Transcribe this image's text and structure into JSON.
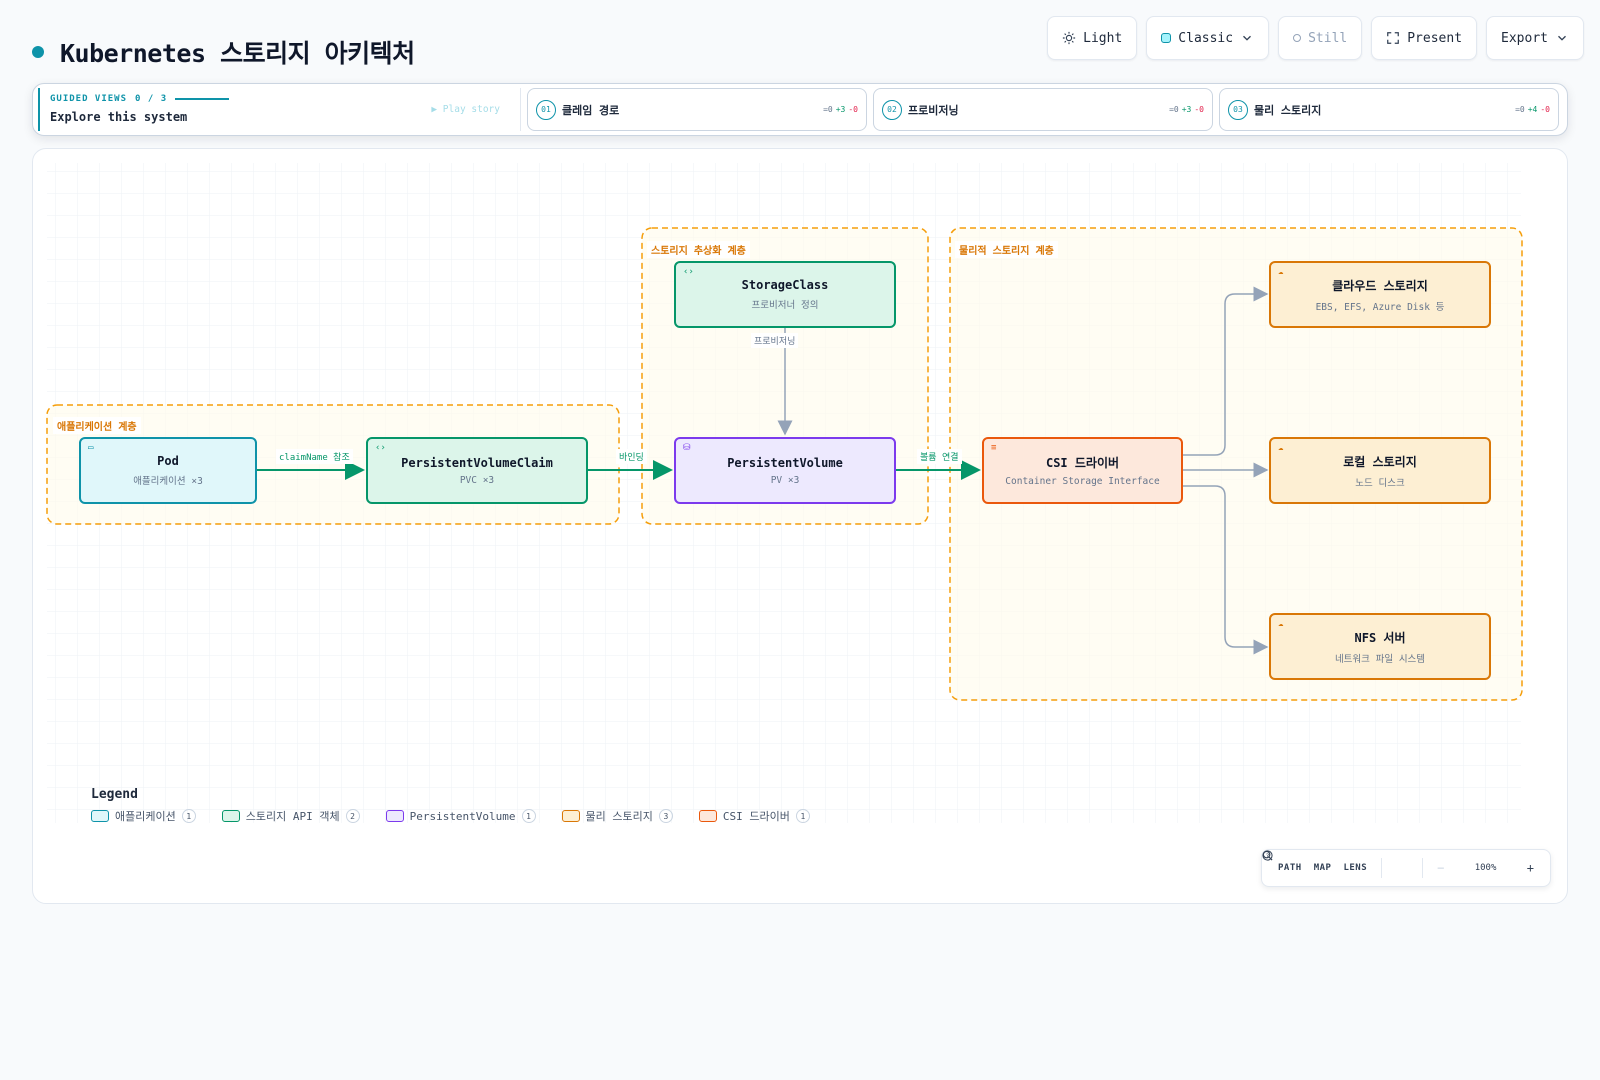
{
  "title": "Kubernetes 스토리지 아키텍처",
  "toolbar": {
    "theme_label": "Light",
    "style_label": "Classic",
    "motion_label": "Still",
    "present_label": "Present",
    "export_label": "Export"
  },
  "guided": {
    "label": "GUIDED VIEWS",
    "progress": "0 / 3",
    "explore": "Explore this system",
    "play": "▶ Play story",
    "views": [
      {
        "num": "01",
        "name": "클레임 경로",
        "eq": "=0",
        "add": "+3",
        "del": "-0"
      },
      {
        "num": "02",
        "name": "프로비저닝",
        "eq": "=0",
        "add": "+3",
        "del": "-0"
      },
      {
        "num": "03",
        "name": "물리 스토리지",
        "eq": "=0",
        "add": "+4",
        "del": "-0"
      }
    ]
  },
  "groups": {
    "app": "애플리케이션 계층",
    "abstraction": "스토리지 추상화 계층",
    "physical": "물리적 스토리지 계층"
  },
  "nodes": {
    "pod": {
      "title": "Pod",
      "sub": "애플리케이션 ×3"
    },
    "pvc": {
      "title": "PersistentVolumeClaim",
      "sub": "PVC ×3"
    },
    "storageclass": {
      "title": "StorageClass",
      "sub": "프로비저너 정의"
    },
    "pv": {
      "title": "PersistentVolume",
      "sub": "PV ×3"
    },
    "csi": {
      "title": "CSI 드라이버",
      "sub": "Container Storage Interface"
    },
    "cloud": {
      "title": "클라우드 스토리지",
      "sub": "EBS, EFS, Azure Disk 등"
    },
    "local": {
      "title": "로컬 스토리지",
      "sub": "노드 디스크"
    },
    "nfs": {
      "title": "NFS 서버",
      "sub": "네트워크 파일 시스템"
    }
  },
  "edges": {
    "claim_ref": "claimName 참조",
    "binding": "바인딩",
    "provisioning": "프로비저닝",
    "volume_connect": "볼륨 연결"
  },
  "legend": {
    "title": "Legend",
    "items": [
      {
        "label": "애플리케이션",
        "count": "1"
      },
      {
        "label": "스토리지 API 객체",
        "count": "2"
      },
      {
        "label": "PersistentVolume",
        "count": "1"
      },
      {
        "label": "물리 스토리지",
        "count": "3"
      },
      {
        "label": "CSI 드라이버",
        "count": "1"
      }
    ]
  },
  "controls": {
    "path": "PATH",
    "map": "MAP",
    "lens": "LENS",
    "zoom": "100%",
    "minus": "−",
    "plus": "+"
  },
  "colors": {
    "accent": "#0e93a9",
    "group_border": "#f59e0b",
    "app": "#0e93a9",
    "api": "#059669",
    "pv": "#7c3aed",
    "physical": "#d97706",
    "csi": "#ea580c"
  }
}
